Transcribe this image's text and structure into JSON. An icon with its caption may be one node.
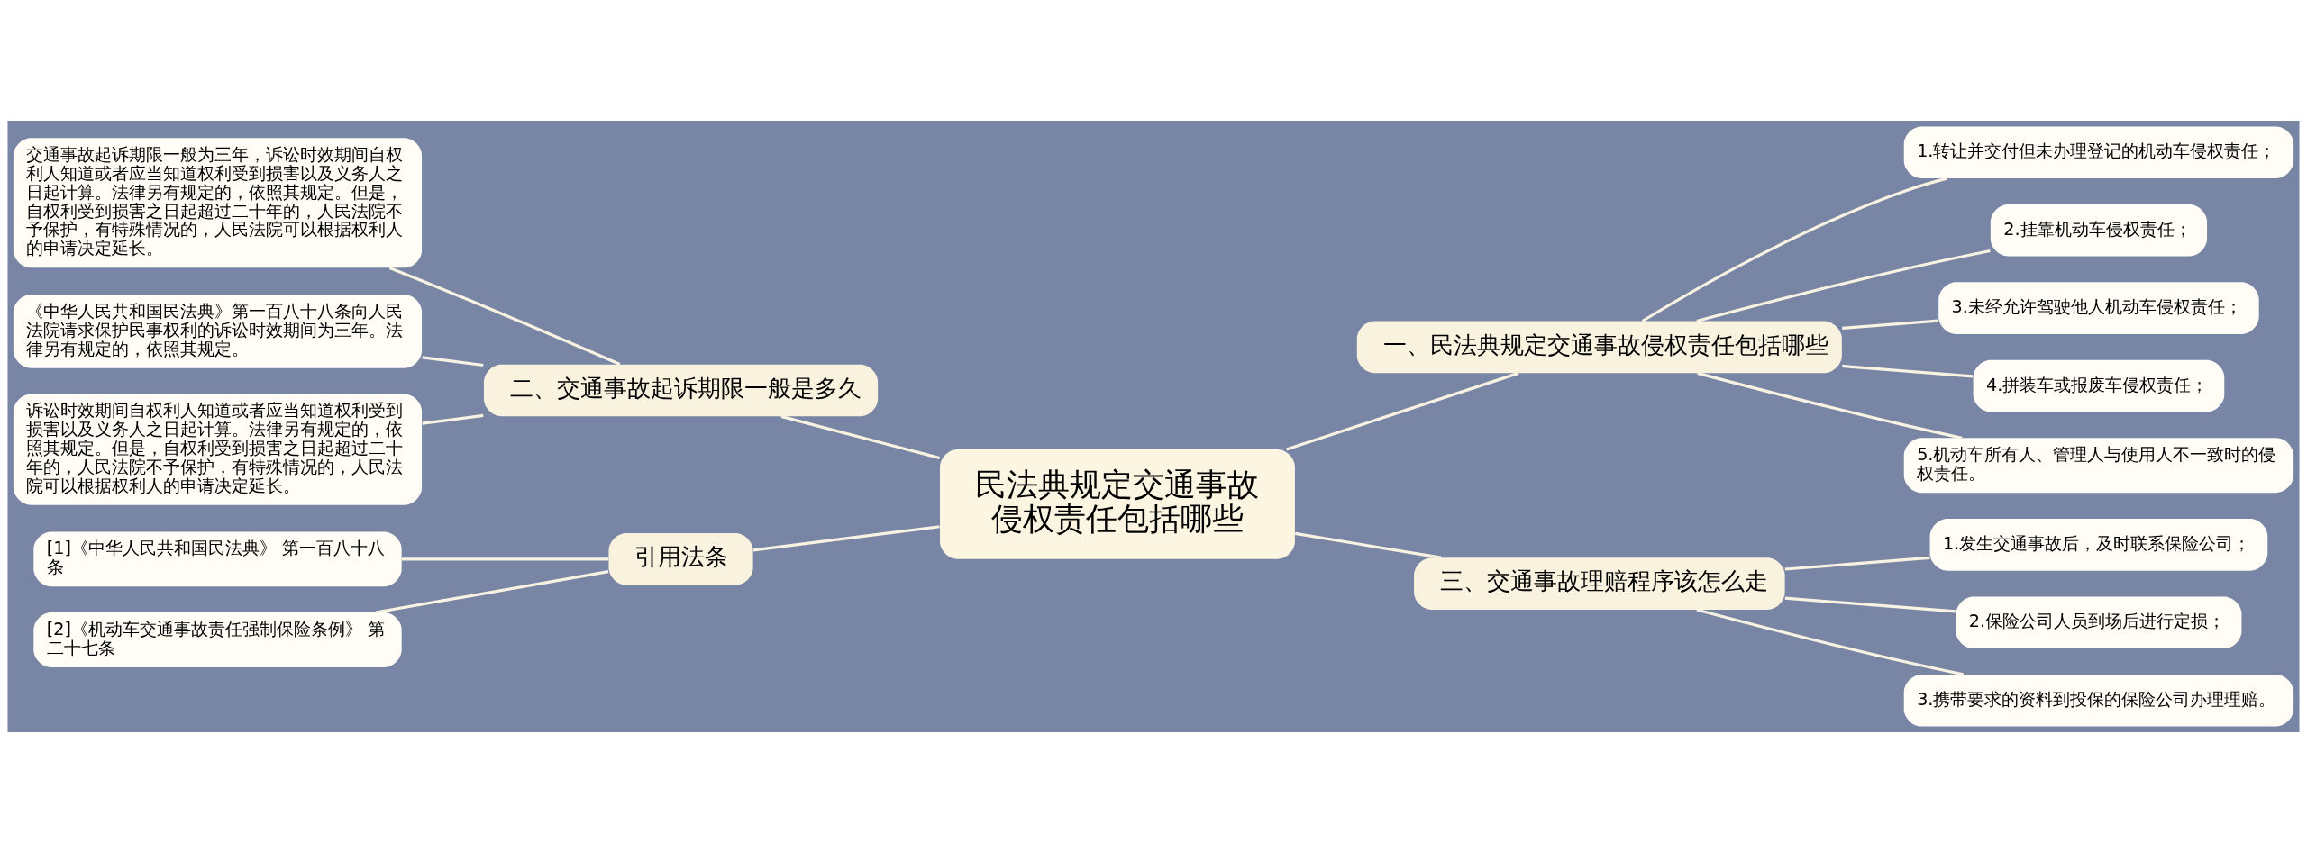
{
  "diagram": {
    "nodes": [
      {
        "text": [
          "民法典规定交通事故侵权责任包括哪些"
        ]
      },
      {
        "text": [
          "一、民法典规定交通事故侵权责任包括哪些"
        ]
      },
      {
        "text": [
          "1.转让并交付但未办理登记的机动车侵权责任；"
        ]
      },
      {
        "text": [
          "2.挂靠机动车侵权责任；"
        ]
      },
      {
        "text": [
          "3.未经允许驾驶他人机动车侵权责任；"
        ]
      },
      {
        "text": [
          "4.拼装车或报废车侵权责任；"
        ]
      },
      {
        "text": [
          "5.机动车所有人、管理人与使用人不一致时的侵权责任。"
        ]
      },
      {
        "text": [
          "二、交通事故起诉期限一般是多久"
        ]
      },
      {
        "text": [
          "交通事故起诉期限一般为三年，诉讼时效期间自权利人知道或者应当知道权利受到损害以及义务人之日起计算。法律另有规定的，依照其规定。但是，自权利受到损害之日起超过二十年的，人民法院不予保护，有特殊情况的，人民法院可以根据权利人的申请决定延长。"
        ]
      },
      {
        "text": [
          "《中华人民共和国民法典》第一百八十八条向人民法院请求保护民事权利的诉讼时效期间为三年。法律另有规定的，依照其规定。"
        ]
      },
      {
        "text": [
          "诉讼时效期间自权利人知道或者应当知道权利受到损害以及义务人之日起计算。法律另有规定的，依照其规定。但是，自权利受到损害之日起超过二十年的，人民法院不予保护，有特殊情况的，人民法院可以根据权利人的申请决定延长。"
        ]
      },
      {
        "text": [
          "三、交通事故理赔程序该怎么走"
        ]
      },
      {
        "text": [
          "1.发生交通事故后，及时联系保险公司；"
        ]
      },
      {
        "text": [
          "2.保险公司人员到场后进行定损；"
        ]
      },
      {
        "text": [
          "3.携带要求的资料到投保的保险公司办理理赔。"
        ]
      },
      {
        "text": [
          "引用法条"
        ]
      },
      {
        "text": [
          "[1]《中华人民共和国民法典》 第一百八十八条"
        ]
      },
      {
        "text": [
          "[2]《机动车交通事故责任强制保险条例》 第二十七条"
        ]
      }
    ],
    "edges": [
      {
        "from": 0,
        "to": 1,
        "arrow": "none"
      },
      {
        "from": 1,
        "to": 2,
        "arrow": "none"
      },
      {
        "from": 1,
        "to": 3,
        "arrow": "none"
      },
      {
        "from": 1,
        "to": 4,
        "arrow": "none"
      },
      {
        "from": 1,
        "to": 5,
        "arrow": "none"
      },
      {
        "from": 1,
        "to": 6,
        "arrow": "none"
      },
      {
        "from": 0,
        "to": 7,
        "arrow": "none"
      },
      {
        "from": 7,
        "to": 8,
        "arrow": "none"
      },
      {
        "from": 7,
        "to": 9,
        "arrow": "none"
      },
      {
        "from": 7,
        "to": 10,
        "arrow": "none"
      },
      {
        "from": 0,
        "to": 11,
        "arrow": "none"
      },
      {
        "from": 11,
        "to": 12,
        "arrow": "none"
      },
      {
        "from": 11,
        "to": 13,
        "arrow": "none"
      },
      {
        "from": 11,
        "to": 14,
        "arrow": "none"
      },
      {
        "from": 0,
        "to": 15,
        "arrow": "none"
      },
      {
        "from": 15,
        "to": 16,
        "arrow": "none"
      },
      {
        "from": 15,
        "to": 17,
        "arrow": "none"
      }
    ]
  }
}
